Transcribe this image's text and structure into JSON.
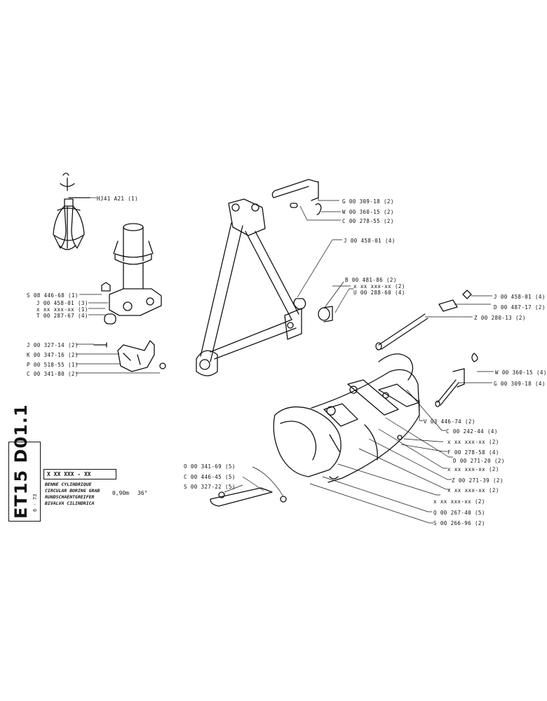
{
  "document": {
    "side_code": "ET15 D01.1",
    "side_date": "6 - 73",
    "title_box": "X XX XXX - XX",
    "descriptions": [
      "BENNE CYLINDRIQUE",
      "CIRCULAR BORING GRAB",
      "RUNDSCHAENTGREIFER",
      "BIVALVA CILINDRICA"
    ],
    "size": "0,90m",
    "angle": "36°"
  },
  "labels": {
    "hj41": "HJ41 A21 (1)",
    "s0844668": "S 08 446-68 (1)",
    "j0045801_3": "J 00 458-01 (3)",
    "x_left_1": "x xx xxx-xx (1)",
    "t0028767": "T 00 287-67 (4)",
    "j0032714": "J 00 327-14 (2)",
    "k0034716": "K 00 347-16 (2)",
    "p0051855": "P 00 518-55 (1)",
    "c0034180": "C 00 341-80 (2)",
    "g0030918_2": "G 00 309-18 (2)",
    "w0036015_2": "W 00 360-15 (2)",
    "c0027855": "C 00 278-55 (2)",
    "j0045801_4a": "J 00 458-01 (4)",
    "b0048186": "B 00 481-86 (2)",
    "x_mid_2": "x xx xxx-xx (2)",
    "u0028860": "U 00 288-60 (4)",
    "j0045801_4b": "J 00 458-01 (4)",
    "d0048717": "D 00 487-17 (2)",
    "z0028013": "Z 00 280-13 (2)",
    "w0036015_4": "W 00 360-15 (4)",
    "g0030918_4": "G 00 309-18 (4)",
    "v0344674": "V 03 446-74 (2)",
    "c0024244": "C 00 242-44 (4)",
    "x_r1": "x xx xxx-xx (2)",
    "f0027858": "F 00 278-58 (4)",
    "d0027120": "D 00 271-20 (2)",
    "x_r2": "x xx xxx-xx (2)",
    "z0027139": "Z 00 271-39 (2)",
    "x_r3": "x xx xxx-xx (2)",
    "x_r4": "x xx xxx-xx (2)",
    "q0026740": "Q 00 267-40 (5)",
    "s0026696": "S 00 266-96 (2)",
    "o0034169": "O 00 341-69 (5)",
    "c0044645": "C 00 446-45 (5)",
    "s0032722": "S 00 327-22 (5)"
  }
}
